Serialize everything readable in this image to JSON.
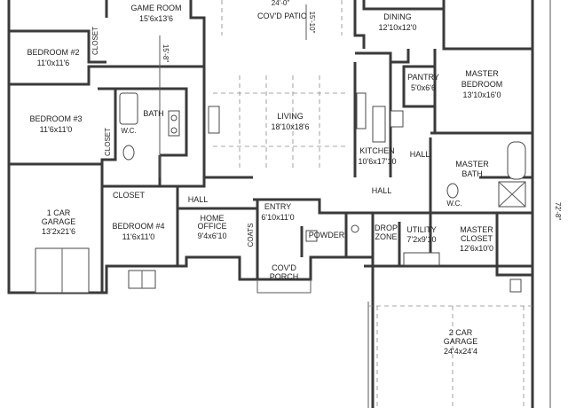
{
  "rooms": [
    {
      "name": "GAME ROOM",
      "size": "15'6x13'6"
    },
    {
      "name": "COV'D PATIO",
      "size": "24'-0\""
    },
    {
      "name": "DINING",
      "size": "12'10x12'0"
    },
    {
      "name": "BEDROOM #2",
      "size": "11'0x11'6"
    },
    {
      "name": "PANTRY",
      "size": "5'0x6'6"
    },
    {
      "name": "MASTER BEDROOM",
      "size": "13'10x16'0"
    },
    {
      "name": "BEDROOM #3",
      "size": "11'6x11'0"
    },
    {
      "name": "LIVING",
      "size": "18'10x18'6"
    },
    {
      "name": "KITCHEN",
      "size": "10'6x17'10"
    },
    {
      "name": "MASTER BATH",
      "size": ""
    },
    {
      "name": "1 CAR GARAGE",
      "size": "13'2x21'6"
    },
    {
      "name": "BEDROOM #4",
      "size": "11'6x11'0"
    },
    {
      "name": "HOME OFFICE",
      "size": "9'4x6'10"
    },
    {
      "name": "ENTRY",
      "size": "6'10x11'0"
    },
    {
      "name": "DROP ZONE",
      "size": ""
    },
    {
      "name": "UTILITY",
      "size": "7'2x9'10"
    },
    {
      "name": "MASTER CLOSET",
      "size": "12'6x10'0"
    },
    {
      "name": "COV'D PORCH",
      "size": ""
    },
    {
      "name": "2 CAR GARAGE",
      "size": "24'4x24'4"
    }
  ],
  "labels": {
    "closet_bed2": "CLOSET",
    "bath": "BATH",
    "wc_bath": "W.C.",
    "closet_bed3": "CLOSET",
    "closet_bed4": "CLOSET",
    "hall_upper": "HALL",
    "hall_kitchen": "HALL",
    "hall_lower": "HALL",
    "wc_master": "W.C.",
    "coats": "COATS",
    "powder": "POWDER",
    "patio_depth": "15'-10\"",
    "overall_depth_upper": "15'-8\"",
    "overall_depth_right": "72'-8\""
  }
}
